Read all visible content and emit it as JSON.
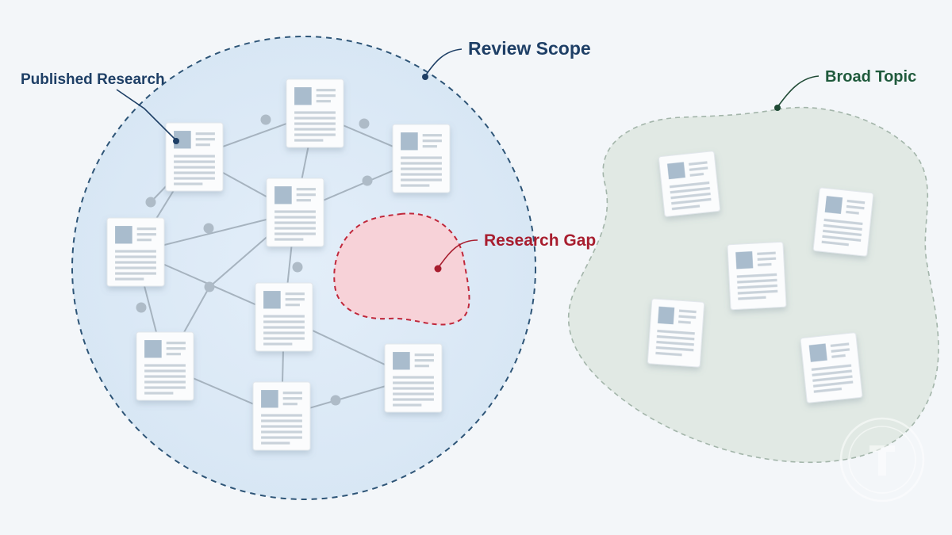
{
  "labels": {
    "published_research": "Published Research",
    "review_scope": "Review Scope",
    "research_gap": "Research Gap",
    "broad_topic": "Broad Topic"
  },
  "colors": {
    "background": "#f3f6f9",
    "scope_fill": "#dce9f6",
    "scope_stroke": "#2e5577",
    "scope_text": "#1e3f66",
    "gap_fill": "#f7d2d8",
    "gap_stroke": "#c0283b",
    "gap_text": "#a81e2f",
    "topic_fill": "#e1e9e4",
    "topic_stroke": "#a3b5aa",
    "topic_text": "#1f5a3c",
    "topic_dot": "#1f4a35",
    "doc_paper": "#fbfcfd",
    "doc_thumb": "#a9bccd",
    "doc_line": "#c9d2da",
    "network_line": "#a6b3bf",
    "network_node": "#aebbc7"
  },
  "icons": {
    "document": "document-icon",
    "watermark": "logo-watermark-icon"
  }
}
